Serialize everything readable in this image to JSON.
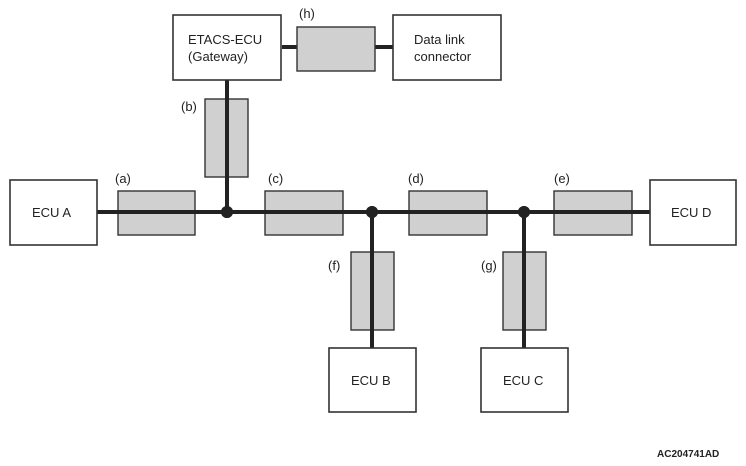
{
  "ecus": {
    "etacs_line1": "ETACS-ECU",
    "etacs_line2": "(Gateway)",
    "dlc_line1": "Data link",
    "dlc_line2": "connector",
    "ecu_a": "ECU A",
    "ecu_b": "ECU B",
    "ecu_c": "ECU C",
    "ecu_d": "ECU D"
  },
  "segments": {
    "a": "(a)",
    "b": "(b)",
    "c": "(c)",
    "d": "(d)",
    "e": "(e)",
    "f": "(f)",
    "g": "(g)",
    "h": "(h)"
  },
  "figure_code": "AC204741AD"
}
